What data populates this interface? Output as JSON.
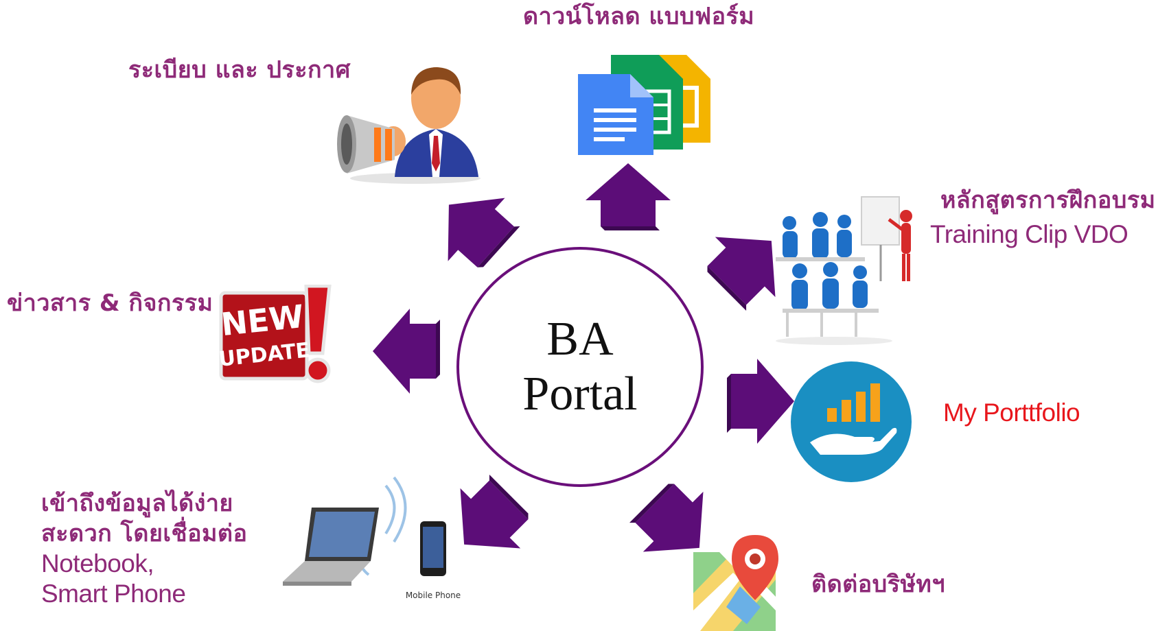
{
  "center": {
    "line1": "BA",
    "line2": "Portal"
  },
  "labels": {
    "rules": "ระเบียบ และ ประกาศ",
    "download": "ดาวน์โหลด แบบฟอร์ม",
    "training_th": "หลักสูตรการฝึกอบรม",
    "training_en": "Training Clip VDO",
    "news": "ข่าวสาร & กิจกรรม",
    "portfolio": "My Porttfolio",
    "access_line1": "เข้าถึงข้อมูลได้ง่าย",
    "access_line2": "สะดวก โดยเชื่อมต่อ",
    "access_line3": "Notebook,",
    "access_line4": "Smart Phone",
    "contact": "ติดต่อบริษัทฯ"
  },
  "images": {
    "new_update_line1": "NEW",
    "new_update_line2": "UPDATE",
    "mobile_phone_caption": "Mobile Phone"
  },
  "icons": [
    "megaphone-man-icon",
    "google-docs-icon",
    "training-classroom-icon",
    "new-update-icon",
    "portfolio-icon",
    "notebook-phone-icon",
    "map-pin-icon"
  ],
  "colors": {
    "label": "#8e2a78",
    "portfolio_label": "#e8161c",
    "arrow": "#5c0d78",
    "circle_border": "#6a0f7a",
    "portfolio_bg": "#1a8fc2"
  }
}
